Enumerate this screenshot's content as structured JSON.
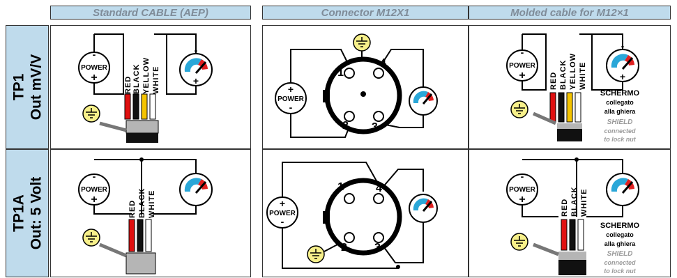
{
  "headers": [
    "Standard CABLE (AEP)",
    "Connector M12X1",
    "Molded cable for M12×1"
  ],
  "rows": [
    {
      "title": "TP1",
      "subtitle": "Out mV/V"
    },
    {
      "title": "TP1A",
      "subtitle": "Out: 5 Volt"
    }
  ],
  "power_label": "POWER",
  "plus_sign": "+",
  "minus_sign": "-",
  "wires4": [
    "RED",
    "BLACK",
    "YELLOW",
    "WHITE"
  ],
  "wires3": [
    "RED",
    "BLACK",
    "WHITE"
  ],
  "pins": [
    "1",
    "2",
    "3",
    "4"
  ],
  "shield_note_it": [
    "SCHERMO",
    "collegato",
    "alla ghiera"
  ],
  "shield_note_en": [
    "SHIELD",
    "connected",
    "to lock nut"
  ],
  "colors": {
    "header_bg": "#bfdbec",
    "gauge_blue": "#2aa7d8",
    "gauge_red": "#e02020",
    "ground_yellow": "#f7f08a"
  }
}
